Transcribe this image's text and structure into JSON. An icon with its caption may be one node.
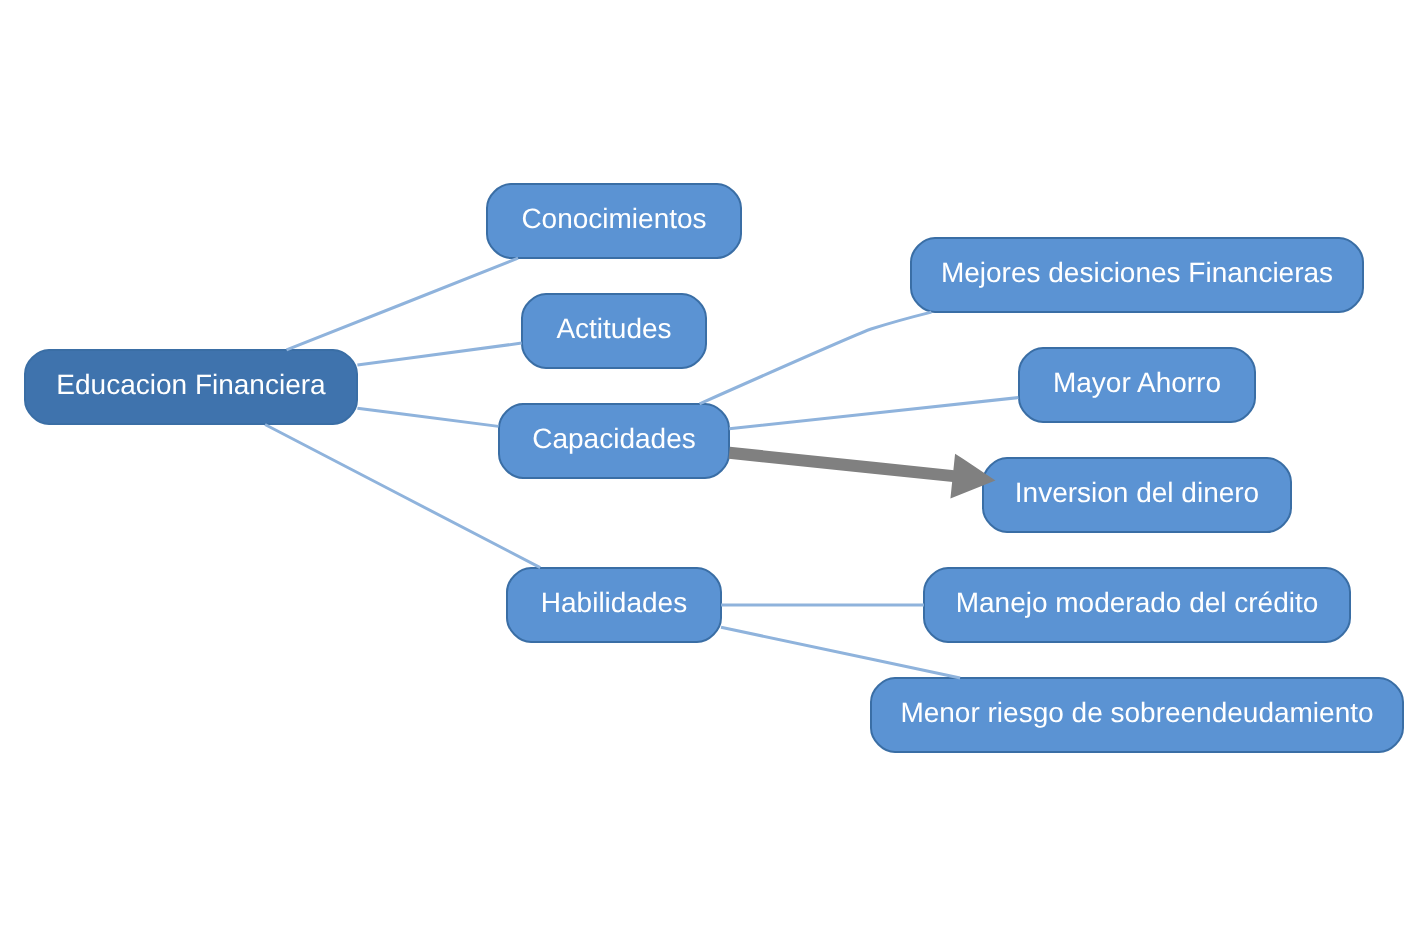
{
  "diagram": {
    "nodes": [
      {
        "text": [
          "Educacion Financiera"
        ]
      },
      {
        "text": [
          "Conocimientos"
        ]
      },
      {
        "text": [
          "Actitudes"
        ]
      },
      {
        "text": [
          "Capacidades"
        ]
      },
      {
        "text": [
          "Habilidades"
        ]
      },
      {
        "text": [
          "Mejores desiciones Financieras"
        ]
      },
      {
        "text": [
          "Mayor Ahorro"
        ]
      },
      {
        "text": [
          "Inversion del dinero"
        ]
      },
      {
        "text": [
          "Manejo moderado del crédito"
        ]
      },
      {
        "text": [
          "Menor riesgo de sobreendeudamiento"
        ]
      }
    ],
    "edges": [
      {
        "from": 0,
        "to": 1,
        "arrow": "none"
      },
      {
        "from": 0,
        "to": 2,
        "arrow": "none"
      },
      {
        "from": 0,
        "to": 3,
        "arrow": "none"
      },
      {
        "from": 0,
        "to": 4,
        "arrow": "none"
      },
      {
        "from": 3,
        "to": 5,
        "arrow": "none"
      },
      {
        "from": 3,
        "to": 6,
        "arrow": "none"
      },
      {
        "from": 3,
        "to": 7,
        "arrow": "to",
        "style": "thick",
        "color": "#808080"
      },
      {
        "from": 4,
        "to": 8,
        "arrow": "none"
      },
      {
        "from": 4,
        "to": 9,
        "arrow": "none"
      }
    ]
  }
}
